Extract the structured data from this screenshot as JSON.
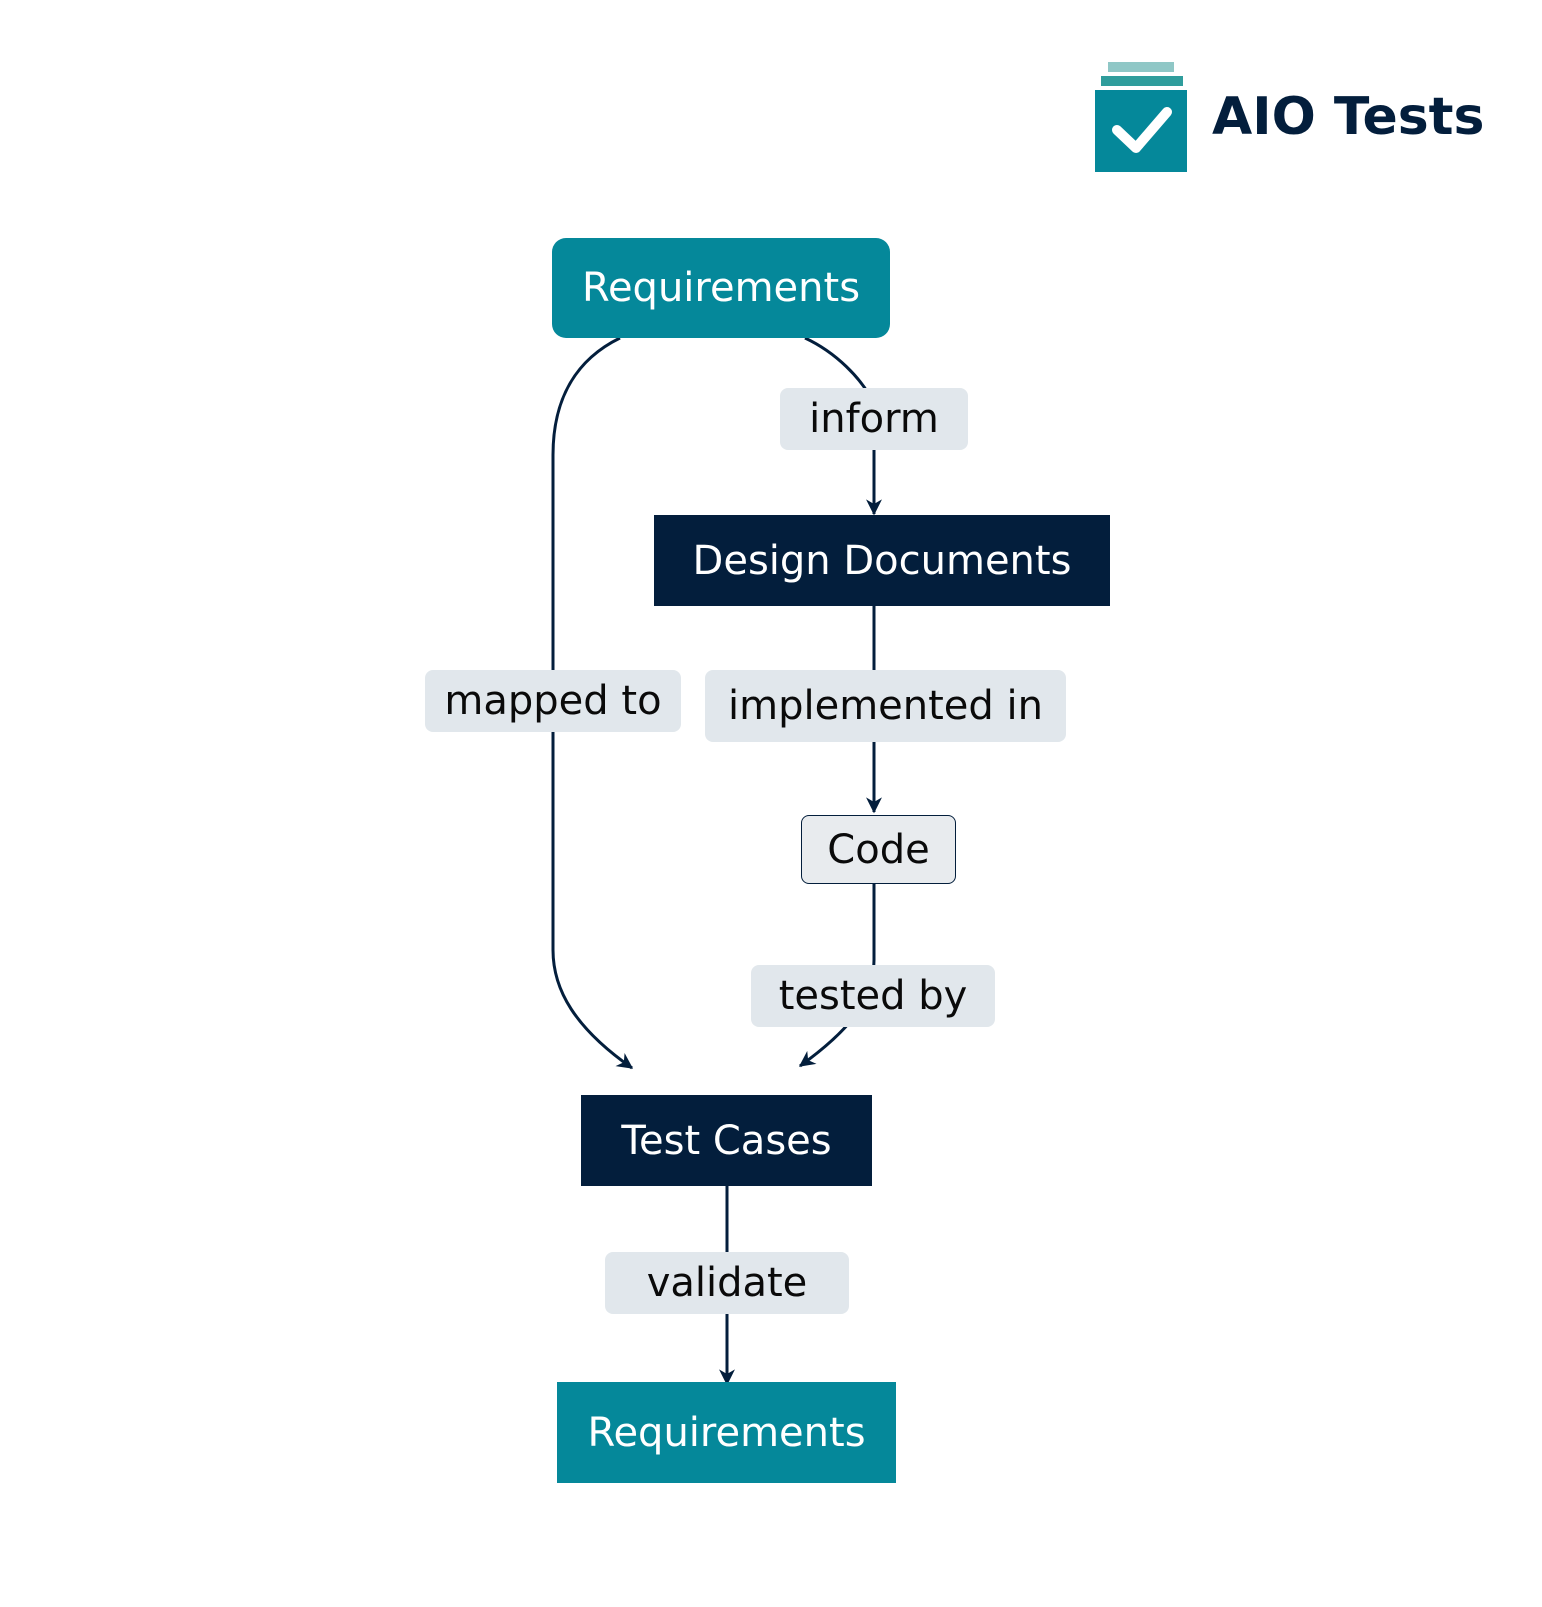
{
  "brand": {
    "name": "AIO Tests",
    "icon": "checklist-icon",
    "colors": {
      "teal": "#05889a",
      "teal_light": "#8fc7c6",
      "navy": "#031e3c"
    }
  },
  "diagram": {
    "type": "flowchart",
    "nodes": [
      {
        "id": "requirements_top",
        "label": "Requirements"
      },
      {
        "id": "design_documents",
        "label": "Design Documents"
      },
      {
        "id": "code",
        "label": "Code"
      },
      {
        "id": "test_cases",
        "label": "Test Cases"
      },
      {
        "id": "requirements_bottom",
        "label": "Requirements"
      }
    ],
    "edges": [
      {
        "from": "requirements_top",
        "to": "design_documents",
        "label": "inform"
      },
      {
        "from": "requirements_top",
        "to": "test_cases",
        "label": "mapped to"
      },
      {
        "from": "design_documents",
        "to": "code",
        "label": "implemented in"
      },
      {
        "from": "code",
        "to": "test_cases",
        "label": "tested by"
      },
      {
        "from": "test_cases",
        "to": "requirements_bottom",
        "label": "validate"
      }
    ],
    "colors": {
      "primary_node": "#05889a",
      "secondary_node": "#031e3c",
      "code_node": "#e8ebee",
      "edge_label_bg": "#e1e7ec",
      "edge": "#031e3c"
    }
  }
}
